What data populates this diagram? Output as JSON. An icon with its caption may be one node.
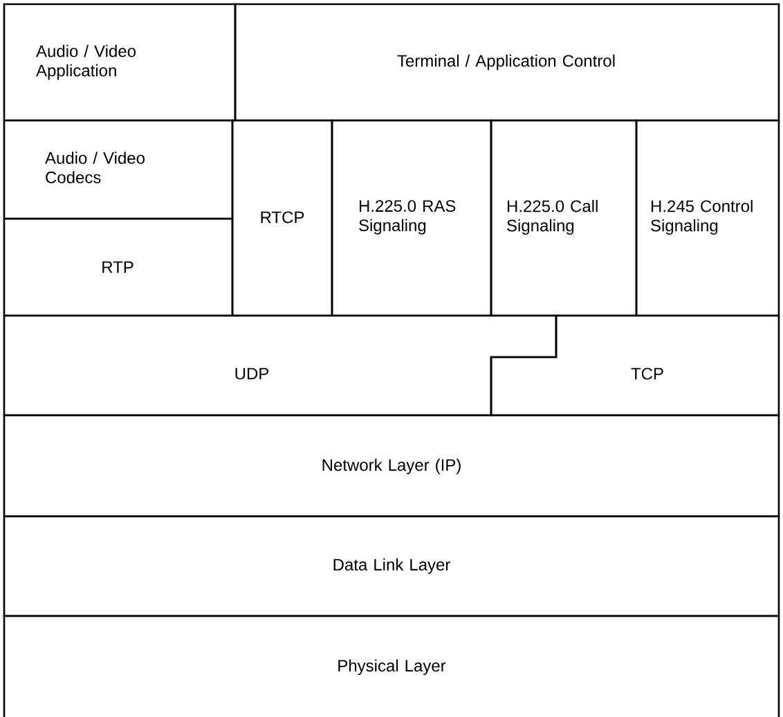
{
  "diagram": {
    "nodes": [
      {
        "text": [
          "Audio / Video Application"
        ]
      },
      {
        "text": [
          "Terminal / Application Control"
        ]
      },
      {
        "text": [
          "Audio / Video Codecs"
        ]
      },
      {
        "text": [
          "RTP"
        ]
      },
      {
        "text": [
          "RTCP"
        ]
      },
      {
        "text": [
          "H.225.0 RAS Signaling"
        ]
      },
      {
        "text": [
          "H.225.0 Call Signaling"
        ]
      },
      {
        "text": [
          "H.245 Control Signaling"
        ]
      },
      {
        "text": [
          "UDP"
        ]
      },
      {
        "text": [
          "TCP"
        ]
      },
      {
        "text": [
          "Network Layer (IP)"
        ]
      },
      {
        "text": [
          "Data Link Layer"
        ]
      },
      {
        "text": [
          "Physical Layer"
        ]
      }
    ]
  }
}
